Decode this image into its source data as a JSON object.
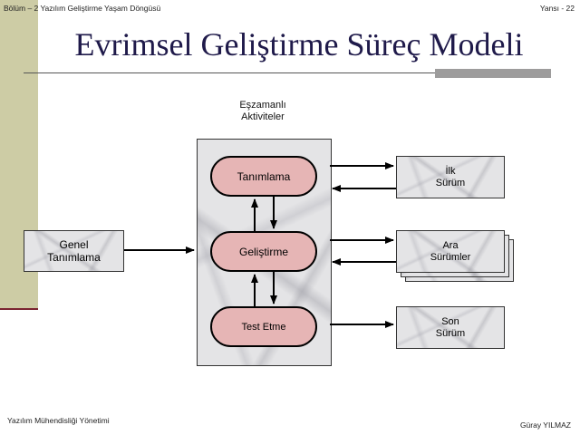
{
  "header": {
    "chapter": "Bölüm – 2 Yazılım Geliştirme Yaşam Döngüsü",
    "slide_number": "Yansı - 22"
  },
  "title": "Evrimsel Geliştirme Süreç Modeli",
  "diagram": {
    "concurrent_label_line1": "Eşzamanlı",
    "concurrent_label_line2": "Aktiviteler",
    "initial": {
      "line1": "Genel",
      "line2": "Tanımlama"
    },
    "activities": [
      "Tanımlama",
      "Geliştirme",
      "Test Etme"
    ],
    "outputs": [
      {
        "line1": "İlk",
        "line2": "Sürüm"
      },
      {
        "line1": "Ara",
        "line2": "Sürümler"
      },
      {
        "line1": "Son",
        "line2": "Sürüm"
      }
    ]
  },
  "footer": {
    "course": "Yazılım Mühendisliği Yönetimi",
    "author": "Güray YILMAZ"
  },
  "colors": {
    "left_strip": "#cdcca5",
    "title_text": "#1f1a4a",
    "activity_fill": "#e6b5b5"
  }
}
